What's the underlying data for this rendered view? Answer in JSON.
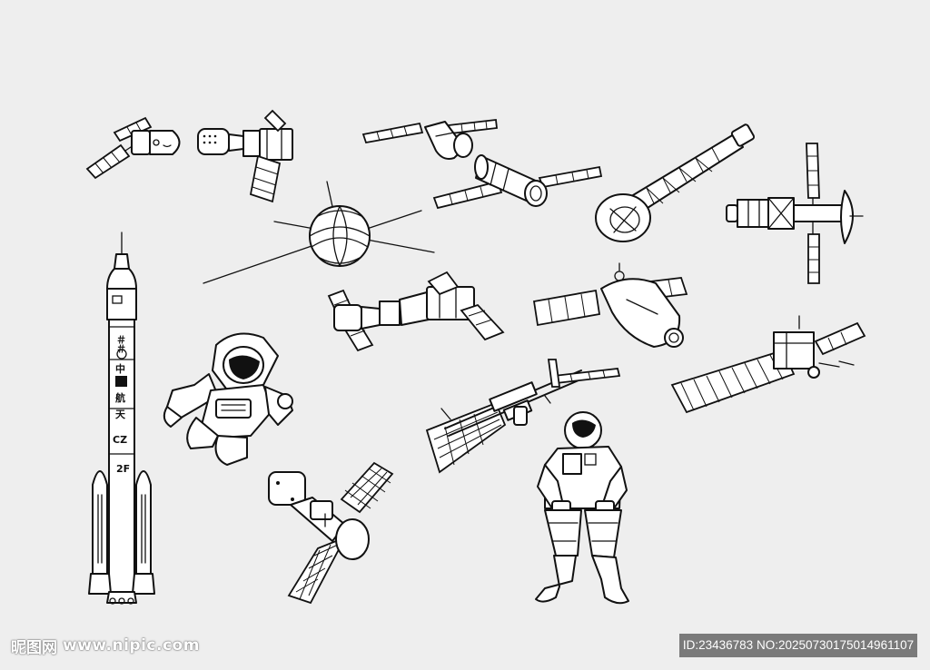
{
  "artwork": {
    "background_color": "#eeeeee",
    "line_color": "#111111",
    "items": [
      "satellite",
      "spacecraft",
      "space-station",
      "sputnik",
      "astronaut",
      "rocket",
      "probe"
    ]
  },
  "rocket": {
    "text_1": "中",
    "text_2": "航",
    "text_3": "天",
    "text_cz": "CZ",
    "text_2f": "2F"
  },
  "watermark": {
    "brand": "昵图网",
    "site": "www.nipic.com",
    "id_text": "ID:23436783 NO:20250730175014961107"
  }
}
